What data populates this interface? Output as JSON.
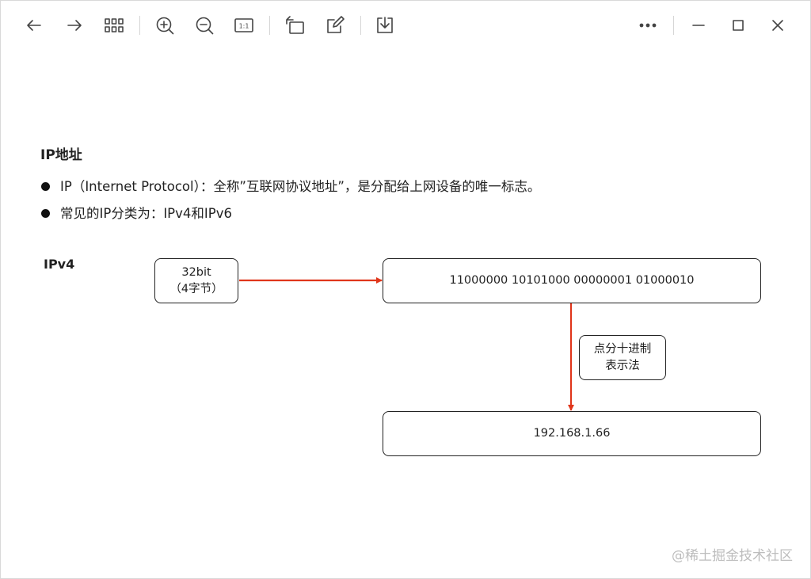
{
  "toolbar": {
    "icons": [
      "back-arrow-icon",
      "forward-arrow-icon",
      "grid-icon",
      "zoom-in-icon",
      "zoom-out-icon",
      "actual-size-icon",
      "rotate-icon",
      "edit-icon",
      "download-icon",
      "more-icon",
      "minimize-icon",
      "maximize-icon",
      "close-icon"
    ],
    "actual_size_glyph": "1:1"
  },
  "slide": {
    "title": "IP地址",
    "bullets": [
      "IP（Internet Protocol）：全称”互联网协议地址”，是分配给上网设备的唯一标志。",
      "常见的IP分类为：IPv4和IPv6"
    ],
    "diagram": {
      "label": "IPv4",
      "box_32bit_line1": "32bit",
      "box_32bit_line2": "（4字节）",
      "binary": "11000000 10101000 00000001 01000010",
      "conversion_line1": "点分十进制",
      "conversion_line2": "表示法",
      "result": "192.168.1.66",
      "arrow_color": "#e0361b"
    }
  },
  "watermark": "@稀土掘金技术社区"
}
